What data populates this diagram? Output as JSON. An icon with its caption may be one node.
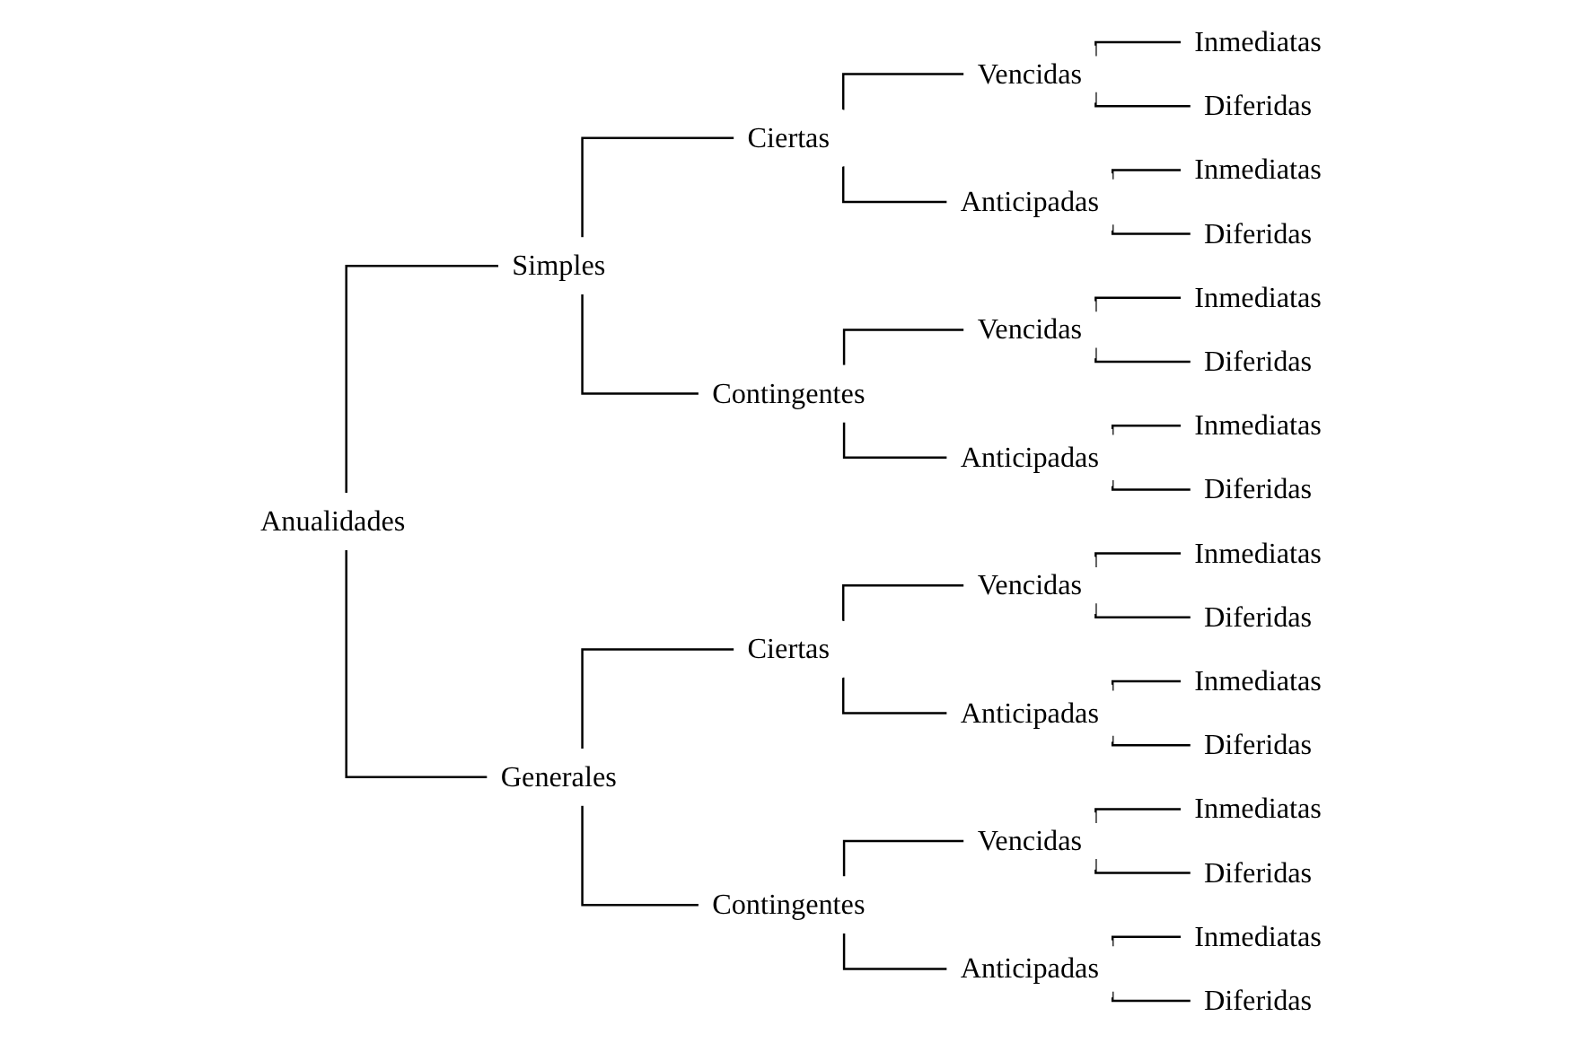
{
  "diagram": {
    "nodes": [
      {
        "text": [
          "Anualidades"
        ]
      },
      {
        "text": [
          "Simples"
        ]
      },
      {
        "text": [
          "Ciertas"
        ]
      },
      {
        "text": [
          "Vencidas"
        ]
      },
      {
        "text": [
          "Inmediatas"
        ]
      },
      {
        "text": [
          "Diferidas"
        ]
      },
      {
        "text": [
          "Anticipadas"
        ]
      },
      {
        "text": [
          "Inmediatas"
        ]
      },
      {
        "text": [
          "Diferidas"
        ]
      },
      {
        "text": [
          "Contingentes"
        ]
      },
      {
        "text": [
          "Vencidas"
        ]
      },
      {
        "text": [
          "Inmediatas"
        ]
      },
      {
        "text": [
          "Diferidas"
        ]
      },
      {
        "text": [
          "Anticipadas"
        ]
      },
      {
        "text": [
          "Inmediatas"
        ]
      },
      {
        "text": [
          "Diferidas"
        ]
      },
      {
        "text": [
          "Generales"
        ]
      },
      {
        "text": [
          "Ciertas"
        ]
      },
      {
        "text": [
          "Vencidas"
        ]
      },
      {
        "text": [
          "Inmediatas"
        ]
      },
      {
        "text": [
          "Diferidas"
        ]
      },
      {
        "text": [
          "Anticipadas"
        ]
      },
      {
        "text": [
          "Inmediatas"
        ]
      },
      {
        "text": [
          "Diferidas"
        ]
      },
      {
        "text": [
          "Contingentes"
        ]
      },
      {
        "text": [
          "Vencidas"
        ]
      },
      {
        "text": [
          "Inmediatas"
        ]
      },
      {
        "text": [
          "Diferidas"
        ]
      },
      {
        "text": [
          "Anticipadas"
        ]
      },
      {
        "text": [
          "Inmediatas"
        ]
      },
      {
        "text": [
          "Diferidas"
        ]
      }
    ],
    "edges": [
      {
        "from": 0,
        "to": 1,
        "arrow": "none"
      },
      {
        "from": 0,
        "to": 16,
        "arrow": "none"
      },
      {
        "from": 1,
        "to": 2,
        "arrow": "none"
      },
      {
        "from": 1,
        "to": 9,
        "arrow": "none"
      },
      {
        "from": 2,
        "to": 3,
        "arrow": "none"
      },
      {
        "from": 2,
        "to": 6,
        "arrow": "none"
      },
      {
        "from": 3,
        "to": 4,
        "arrow": "none"
      },
      {
        "from": 3,
        "to": 5,
        "arrow": "none"
      },
      {
        "from": 6,
        "to": 7,
        "arrow": "none"
      },
      {
        "from": 6,
        "to": 8,
        "arrow": "none"
      },
      {
        "from": 9,
        "to": 10,
        "arrow": "none"
      },
      {
        "from": 9,
        "to": 13,
        "arrow": "none"
      },
      {
        "from": 10,
        "to": 11,
        "arrow": "none"
      },
      {
        "from": 10,
        "to": 12,
        "arrow": "none"
      },
      {
        "from": 13,
        "to": 14,
        "arrow": "none"
      },
      {
        "from": 13,
        "to": 15,
        "arrow": "none"
      },
      {
        "from": 16,
        "to": 17,
        "arrow": "none"
      },
      {
        "from": 16,
        "to": 24,
        "arrow": "none"
      },
      {
        "from": 17,
        "to": 18,
        "arrow": "none"
      },
      {
        "from": 17,
        "to": 21,
        "arrow": "none"
      },
      {
        "from": 18,
        "to": 19,
        "arrow": "none"
      },
      {
        "from": 18,
        "to": 20,
        "arrow": "none"
      },
      {
        "from": 21,
        "to": 22,
        "arrow": "none"
      },
      {
        "from": 21,
        "to": 23,
        "arrow": "none"
      },
      {
        "from": 24,
        "to": 25,
        "arrow": "none"
      },
      {
        "from": 24,
        "to": 28,
        "arrow": "none"
      },
      {
        "from": 25,
        "to": 26,
        "arrow": "none"
      },
      {
        "from": 25,
        "to": 27,
        "arrow": "none"
      },
      {
        "from": 28,
        "to": 29,
        "arrow": "none"
      },
      {
        "from": 28,
        "to": 30,
        "arrow": "none"
      }
    ]
  }
}
